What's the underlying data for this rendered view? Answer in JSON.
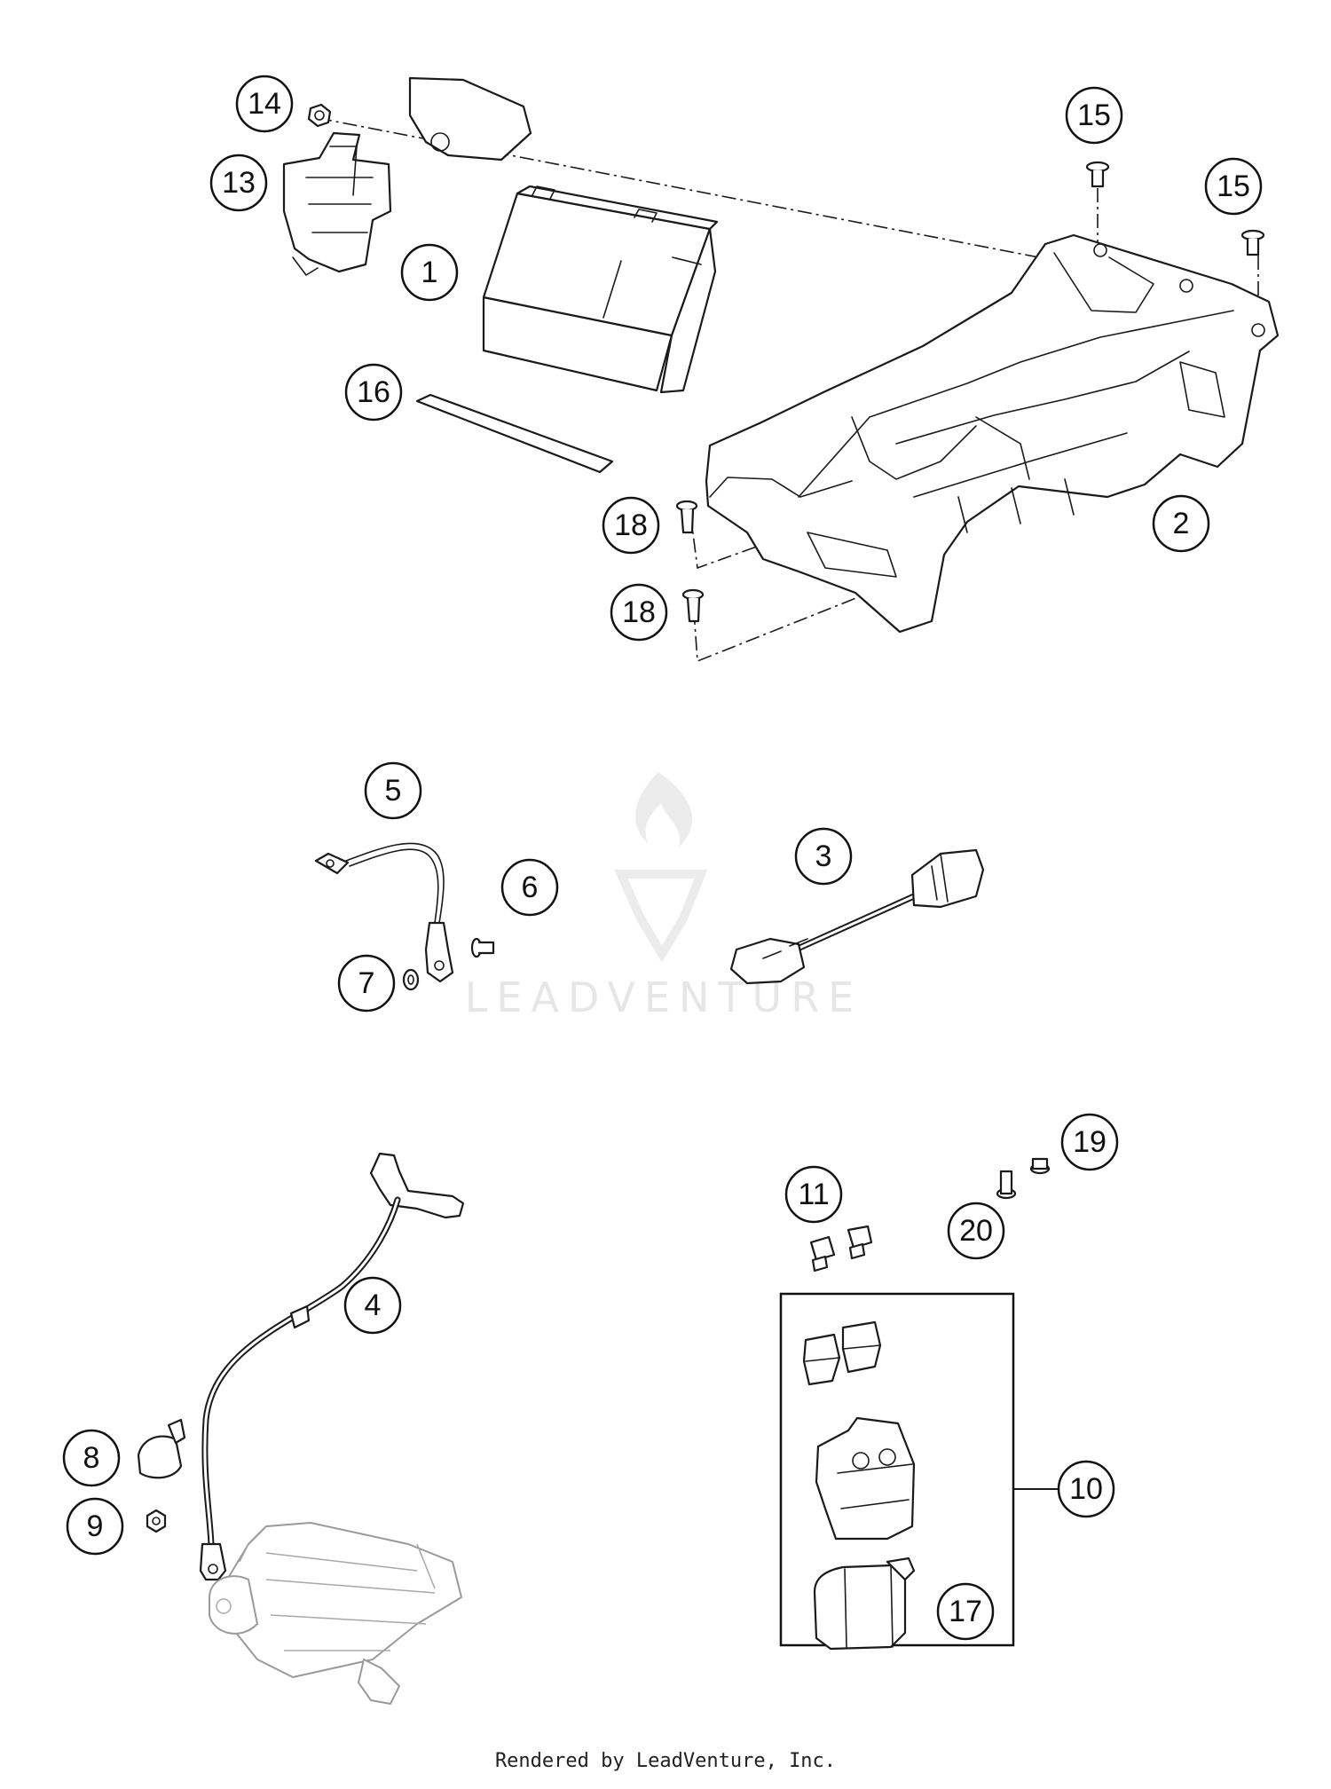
{
  "diagram": {
    "callouts": [
      {
        "id": "c1",
        "label": "1"
      },
      {
        "id": "c2",
        "label": "2"
      },
      {
        "id": "c3",
        "label": "3"
      },
      {
        "id": "c4",
        "label": "4"
      },
      {
        "id": "c5",
        "label": "5"
      },
      {
        "id": "c6",
        "label": "6"
      },
      {
        "id": "c7",
        "label": "7"
      },
      {
        "id": "c8",
        "label": "8"
      },
      {
        "id": "c9",
        "label": "9"
      },
      {
        "id": "c10",
        "label": "10"
      },
      {
        "id": "c11",
        "label": "11"
      },
      {
        "id": "c13",
        "label": "13"
      },
      {
        "id": "c14",
        "label": "14"
      },
      {
        "id": "c15a",
        "label": "15"
      },
      {
        "id": "c15b",
        "label": "15"
      },
      {
        "id": "c16",
        "label": "16"
      },
      {
        "id": "c17",
        "label": "17"
      },
      {
        "id": "c18a",
        "label": "18"
      },
      {
        "id": "c18b",
        "label": "18"
      },
      {
        "id": "c19",
        "label": "19"
      },
      {
        "id": "c20",
        "label": "20"
      }
    ]
  },
  "watermark": {
    "text": "LEADVENTURE"
  },
  "footer": {
    "text": "Rendered by LeadVenture, Inc."
  }
}
